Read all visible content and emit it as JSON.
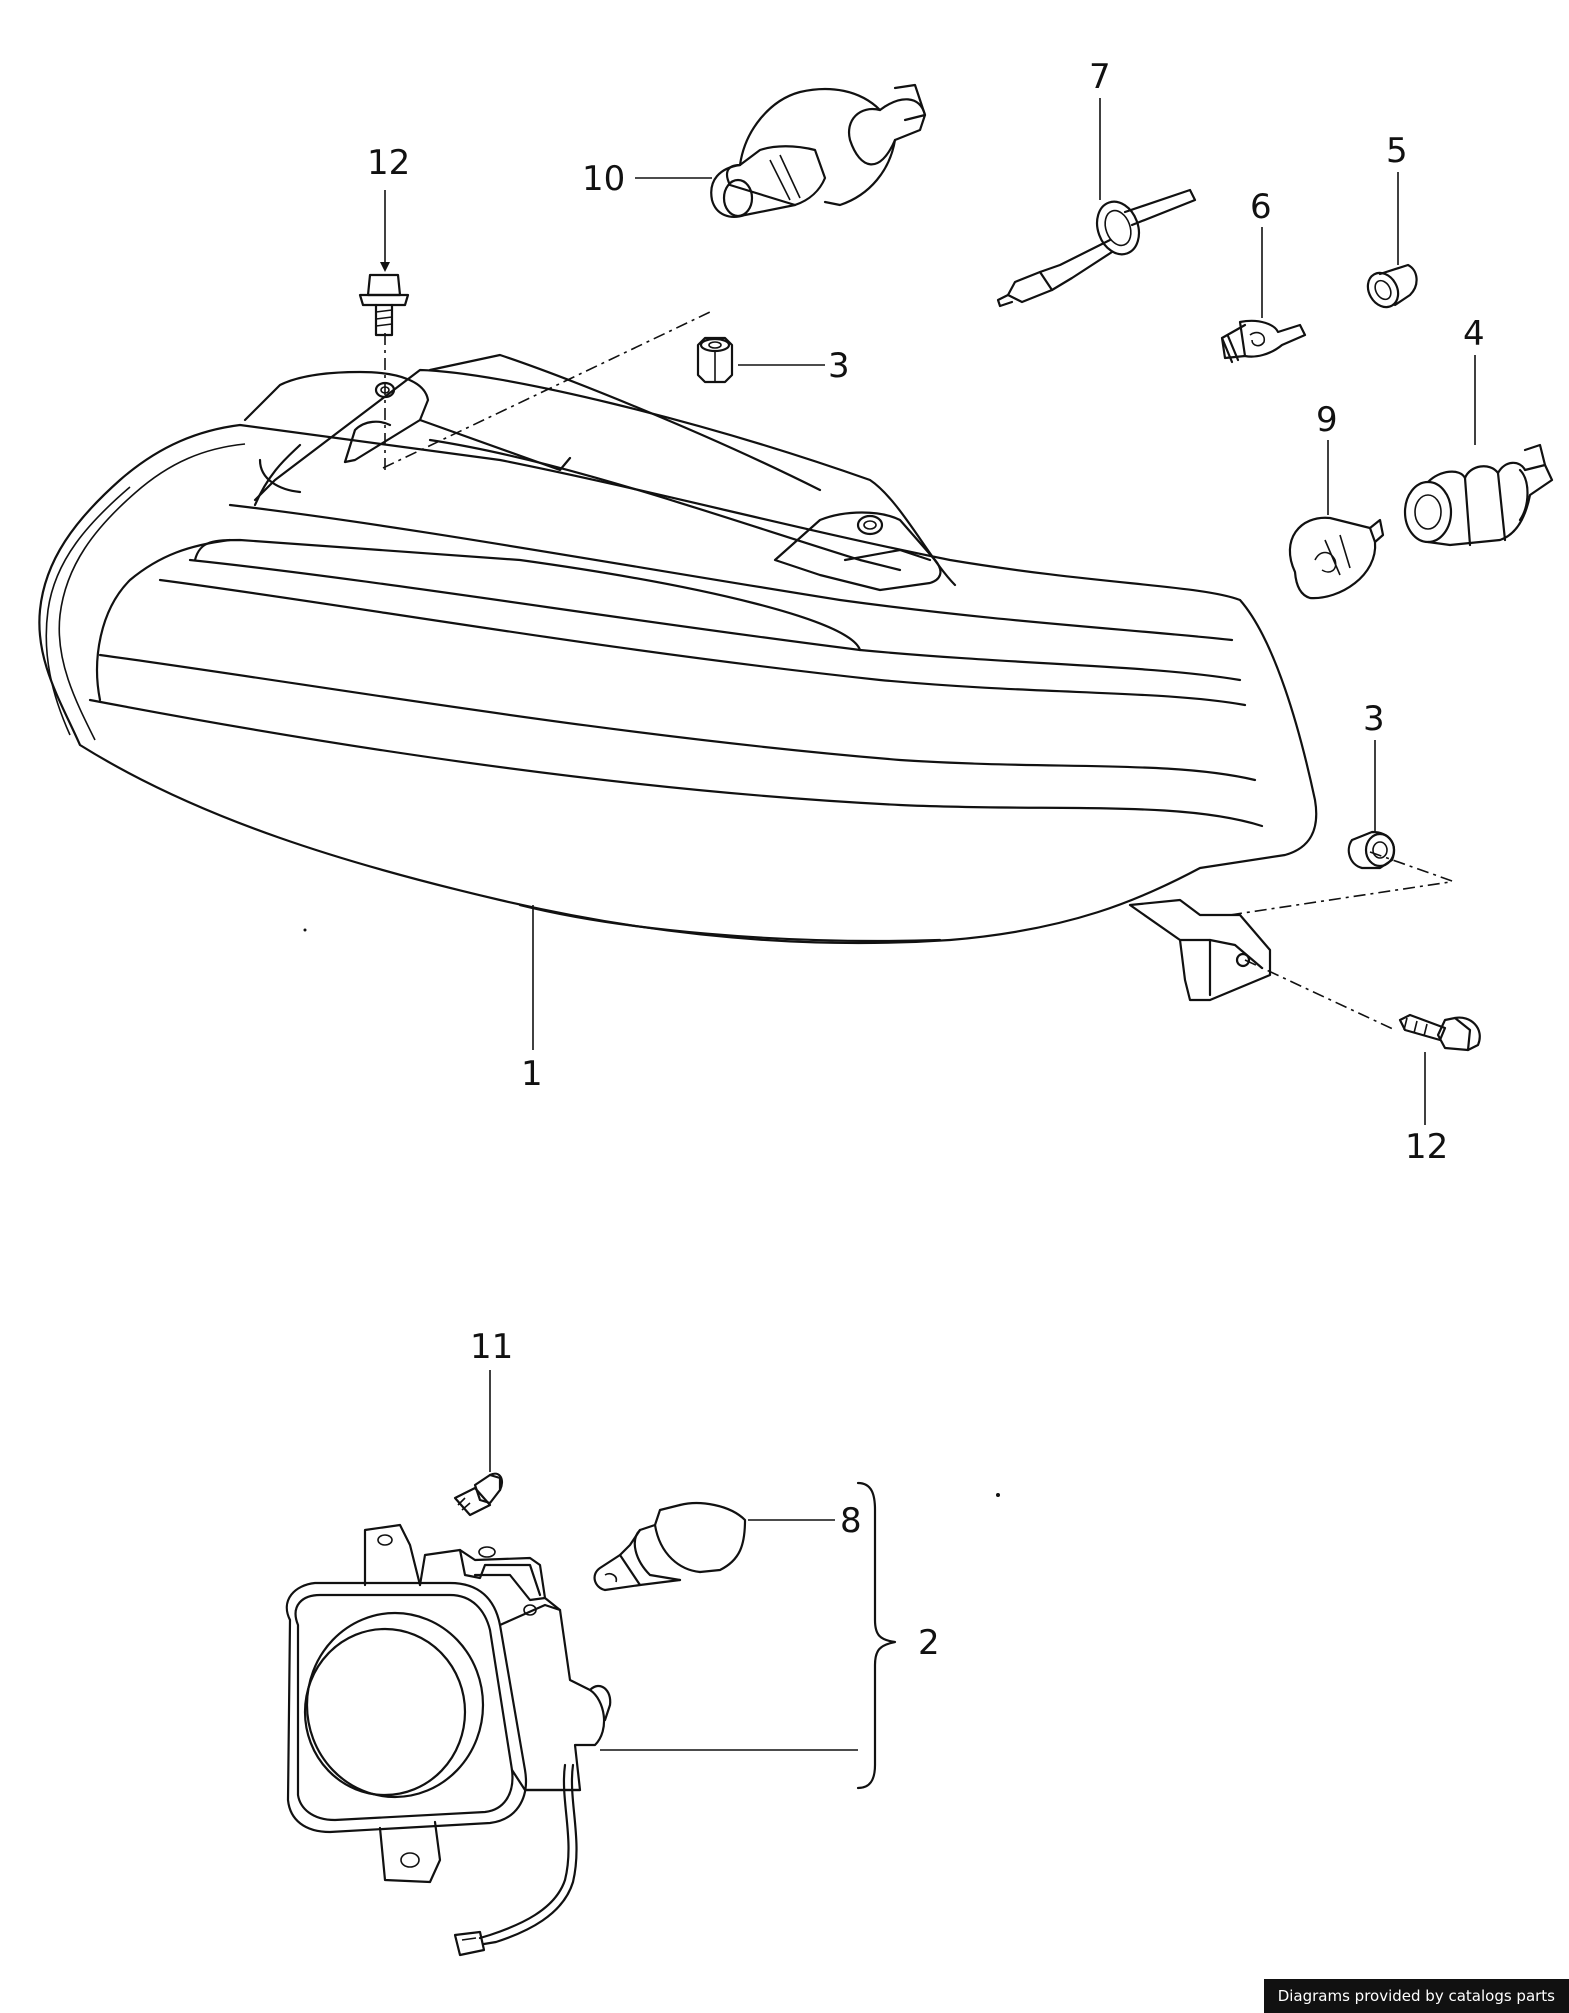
{
  "callouts": [
    {
      "id": "c12a",
      "label": "12"
    },
    {
      "id": "c10",
      "label": "10"
    },
    {
      "id": "c7",
      "label": "7"
    },
    {
      "id": "c6",
      "label": "6"
    },
    {
      "id": "c5",
      "label": "5"
    },
    {
      "id": "c4",
      "label": "4"
    },
    {
      "id": "c3a",
      "label": "3"
    },
    {
      "id": "c9",
      "label": "9"
    },
    {
      "id": "c3b",
      "label": "3"
    },
    {
      "id": "c1",
      "label": "1"
    },
    {
      "id": "c12b",
      "label": "12"
    },
    {
      "id": "c11",
      "label": "11"
    },
    {
      "id": "c8",
      "label": "8"
    },
    {
      "id": "c2",
      "label": "2"
    }
  ],
  "credit": "Diagrams provided by catalogs parts"
}
